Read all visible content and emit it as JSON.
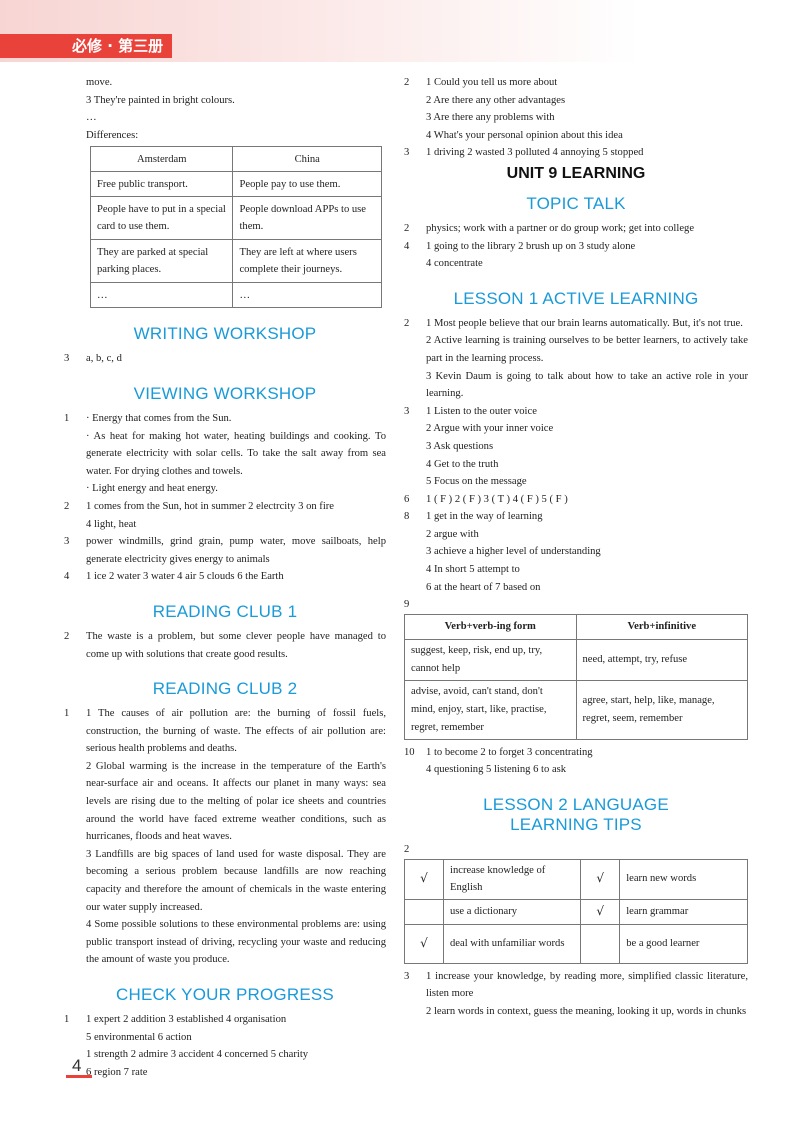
{
  "header": {
    "label": "必修 · 第三册"
  },
  "page_number": "4",
  "left": {
    "intro": [
      "move.",
      "3 They're painted in bright colours.",
      "…",
      "Differences:"
    ],
    "diff_table": {
      "headers": [
        "Amsterdam",
        "China"
      ],
      "rows": [
        [
          "Free public transport.",
          "People pay to use them."
        ],
        [
          "People have to put in a special card to use them.",
          "People download APPs to use them."
        ],
        [
          "They are parked at special parking places.",
          "They are left at where users complete their journeys."
        ],
        [
          "…",
          "…"
        ]
      ]
    },
    "writing": {
      "title": "WRITING WORKSHOP",
      "items": [
        {
          "n": "3",
          "t": "a, b, c, d"
        }
      ]
    },
    "viewing": {
      "title": "VIEWING WORKSHOP",
      "item1": {
        "n": "1",
        "lines": [
          "· Energy that comes from the Sun.",
          "· As heat for making hot water, heating buildings and cooking. To generate electricity with solar cells. To take the salt away from sea water. For drying clothes and towels.",
          "· Light energy and heat energy."
        ]
      },
      "item2": {
        "n": "2",
        "lines": [
          "1 comes from the Sun, hot in summer    2 electrcity    3 on fire",
          "4 light, heat"
        ]
      },
      "item3": {
        "n": "3",
        "lines": [
          "power windmills, grind grain, pump water, move sailboats, help generate electricity gives energy to animals"
        ]
      },
      "item4": {
        "n": "4",
        "lines": [
          "1 ice    2 water    3 water    4 air    5 clouds    6 the Earth"
        ]
      }
    },
    "reading1": {
      "title": "READING CLUB 1",
      "item": {
        "n": "2",
        "t": "The waste is a problem, but some clever people have managed to come up with solutions that create good results."
      }
    },
    "reading2": {
      "title": "READING CLUB 2",
      "n": "1",
      "paras": [
        "1 The causes of air pollution are: the burning of fossil fuels, construction, the burning of waste. The effects of air pollution are: serious health problems and deaths.",
        "2 Global warming is the increase in the temperature of the Earth's near-surface air and oceans. It affects our planet in many ways: sea levels are rising due to the melting of polar ice sheets and countries around the world have faced extreme weather conditions, such as hurricanes, floods and heat waves.",
        "3 Landfills are big spaces of land used for waste disposal. They are becoming a serious problem because landfills are now reaching capacity and therefore the amount of chemicals in the waste entering our water supply increased.",
        "4 Some possible solutions to these environmental problems are: using public transport instead of driving, recycling your waste and reducing the amount of waste you produce."
      ]
    },
    "progress": {
      "title": "CHECK YOUR PROGRESS",
      "n": "1",
      "lines": [
        "1 expert    2 addition    3 established    4 organisation",
        "5 environmental    6 action",
        "1 strength    2 admire    3 accident    4 concerned    5 charity",
        "6 region    7 rate"
      ]
    }
  },
  "right": {
    "top2": {
      "n": "2",
      "lines": [
        "1 Could you tell us more about",
        "2 Are there any other advantages",
        "3 Are there any problems with",
        "4 What's your personal opinion about this idea"
      ]
    },
    "top3": {
      "n": "3",
      "t": "1 driving    2 wasted    3 polluted    4 annoying    5 stopped"
    },
    "unit_title": "UNIT 9   LEARNING",
    "topic": {
      "title": "TOPIC TALK",
      "item2": {
        "n": "2",
        "t": "physics; work with a partner or do group work; get into college"
      },
      "item4": {
        "n": "4",
        "lines": [
          "1 going to the library     2 brush up on     3 study alone",
          "4 concentrate"
        ]
      }
    },
    "lesson1": {
      "title": "LESSON 1   ACTIVE LEARNING",
      "item2": {
        "n": "2",
        "paras": [
          "1 Most people believe that our brain learns automatically. But, it's not true.",
          "2 Active learning is training ourselves to be better learners, to actively take part in the learning process.",
          "3 Kevin Daum is going to talk about how to take an active role in your learning."
        ]
      },
      "item3": {
        "n": "3",
        "lines": [
          "1 Listen to the outer voice",
          "2 Argue with your inner voice",
          "3 Ask questions",
          "4 Get to the truth",
          "5 Focus on the message"
        ]
      },
      "item6": {
        "n": "6",
        "t": "1 ( F )    2 ( F )    3 ( T )    4 ( F )    5 ( F )"
      },
      "item8": {
        "n": "8",
        "lines": [
          "1 get in the way of learning",
          "2 argue with",
          "3 achieve a higher level of understanding",
          "4 In short    5 attempt to",
          "6 at the heart of    7 based on"
        ]
      },
      "item9": {
        "n": "9"
      },
      "verb_table": {
        "h1": "Verb+verb-ing form",
        "h2": "Verb+infinitive",
        "rows": [
          [
            "suggest, keep, risk, end up, try, cannot help",
            "need, attempt, try, refuse"
          ],
          [
            "advise, avoid, can't stand, don't mind, enjoy, start, like, practise, regret, remember",
            "agree, start, help, like, manage, regret, seem, remember"
          ]
        ]
      },
      "item10": {
        "n": "10",
        "lines": [
          "1 to become    2 to forget    3 concentrating",
          "4 questioning    5 listening    6 to ask"
        ]
      }
    },
    "lesson2": {
      "title_line1": "LESSON 2   LANGUAGE",
      "title_line2": "LEARNING TIPS",
      "item2": {
        "n": "2"
      },
      "tips_table": {
        "rows": [
          {
            "c1": "√",
            "t1": "increase knowledge of English",
            "c2": "√",
            "t2": "learn new words"
          },
          {
            "c1": "",
            "t1": "use a dictionary",
            "c2": "√",
            "t2": "learn grammar"
          },
          {
            "c1": "√",
            "t1": "deal with unfamiliar words",
            "c2": "",
            "t2": "be a good learner"
          }
        ]
      },
      "item3": {
        "n": "3",
        "paras": [
          "1 increase your knowledge, by reading more, simplified classic literature, listen more",
          "2 learn words in context, guess the meaning, looking it up, words in chunks"
        ]
      }
    }
  }
}
